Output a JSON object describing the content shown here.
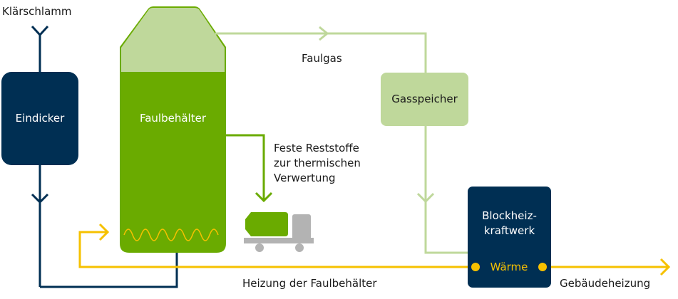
{
  "labels": {
    "input": "Klärschlamm",
    "thickener": "Eindicker",
    "digester": "Faulbehälter",
    "gas": "Faulgas",
    "gas_storage": "Gasspeicher",
    "residue_line1": "Feste Reststoffe",
    "residue_line2": "zur thermischen",
    "residue_line3": "Verwertung",
    "chp_line1": "Blockheiz-",
    "chp_line2": "kraftwerk",
    "heat": "Wärme",
    "digester_heating": "Heizung der Faulbehälter",
    "building_heating": "Gebäudeheizung"
  },
  "colors": {
    "navy": "#002f53",
    "green": "#6aab00",
    "light_green": "#bfd89b",
    "yellow": "#f6c100",
    "truck_gray": "#b3b3b3"
  }
}
